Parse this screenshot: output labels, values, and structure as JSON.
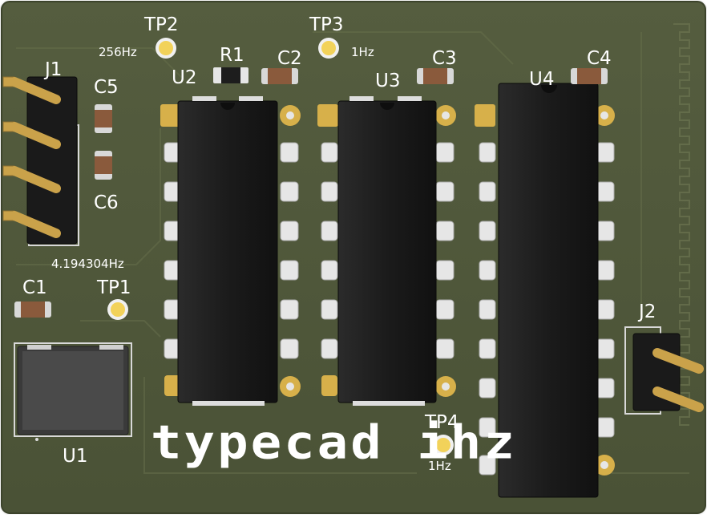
{
  "labels": {
    "tp2": "TP2",
    "tp2_freq": "256Hz",
    "tp3": "TP3",
    "tp3_freq": "1Hz",
    "tp1": "TP1",
    "tp4": "TP4",
    "tp4_freq": "1Hz",
    "r1": "R1",
    "c1": "C1",
    "c2": "C2",
    "c3": "C3",
    "c4": "C4",
    "c5": "C5",
    "c6": "C6",
    "j1": "J1",
    "j2": "J2",
    "u1": "U1",
    "u2": "U2",
    "u3": "U3",
    "u4": "U4",
    "crystal_freq": "4.194304Hz",
    "logo": "typecad ihz"
  },
  "colors": {
    "board": "#4a5236",
    "board_edge": "#3c432b",
    "copper_trace": "#6a7250",
    "silk": "#ffffff",
    "chip": "#1c1c1c",
    "pad_gold": "#d7b04a",
    "pin_silver": "#e6e6e6",
    "test_point": "#f2d25a",
    "cap_body": "#8a5a3c",
    "cap_end": "#d8d8d8",
    "header_body": "#1a1a1a",
    "header_pin": "#caa24a"
  }
}
